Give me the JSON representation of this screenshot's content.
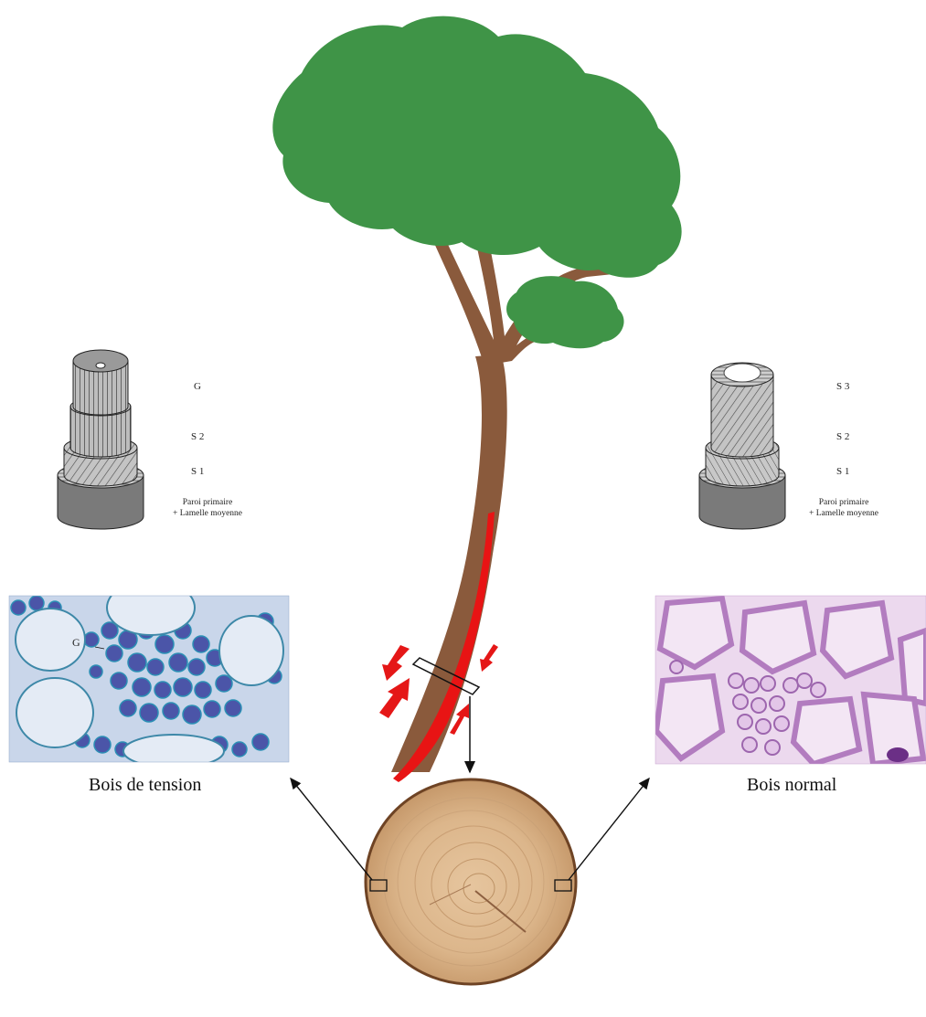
{
  "left_fiber": {
    "layer_labels": [
      "G",
      "S 2",
      "S 1"
    ],
    "wall_label_line1": "Paroi primaire",
    "wall_label_line2": "+ Lamelle moyenne"
  },
  "right_fiber": {
    "layer_labels": [
      "S 3",
      "S 2",
      "S 1"
    ],
    "wall_label_line1": "Paroi primaire",
    "wall_label_line2": "+ Lamelle moyenne"
  },
  "micrograph_left": {
    "marker": "G"
  },
  "captions": {
    "left": "Bois de tension",
    "right": "Bois normal"
  },
  "colors": {
    "foliage": "#3f9447",
    "trunk": "#8a5a3c",
    "tension_stripe": "#e81414",
    "arrow_red": "#e51717",
    "tension_cells": "#4b55a8",
    "tension_bg": "#c9d6ea",
    "normal_cells": "#c48fcf",
    "normal_bg": "#ecd9ee",
    "wood_disc": "#d8b48a"
  }
}
